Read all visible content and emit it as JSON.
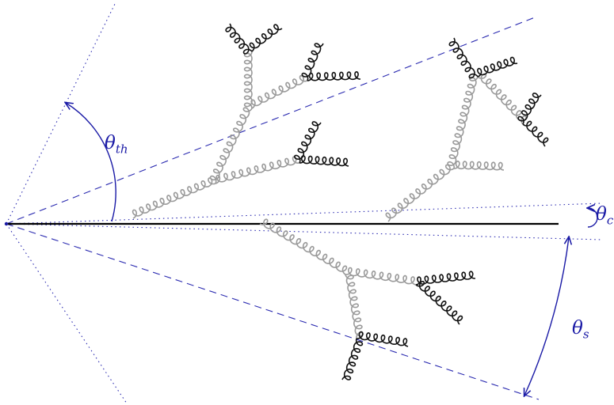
{
  "labels": {
    "theta_th": {
      "symbol": "θ",
      "sub": "th"
    },
    "theta_c": {
      "symbol": "θ",
      "sub": "c"
    },
    "theta_s": {
      "symbol": "θ",
      "sub": "s"
    }
  },
  "colors": {
    "annotation": "#1a1aa6",
    "soft_gluon": "#9a9a9a",
    "hard_gluon": "#111111",
    "jet_axis": "#000000"
  }
}
